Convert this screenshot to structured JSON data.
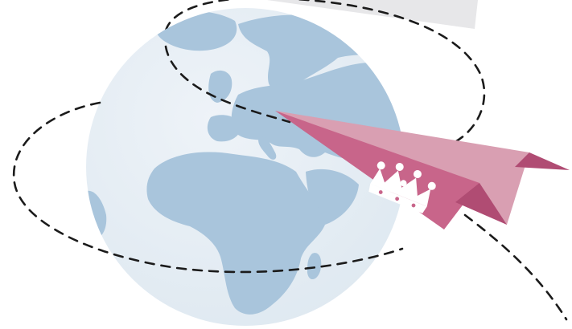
{
  "colors": {
    "background": "#ffffff",
    "globe_ocean": "#dfe9f1",
    "globe_ocean_light": "#eef3f8",
    "globe_land": "#a9c5dc",
    "banner_gray": "#e7e7e9",
    "dash_line": "#1b1b1b",
    "plane_light": "#d99fb2",
    "plane_mid": "#c8658a",
    "plane_dark": "#b04c73",
    "crown": "#ffffff"
  },
  "illustration": {
    "subject": "paper-airplane-with-crown",
    "globe_view": "europe-africa",
    "flight_path_style": "dashed"
  }
}
